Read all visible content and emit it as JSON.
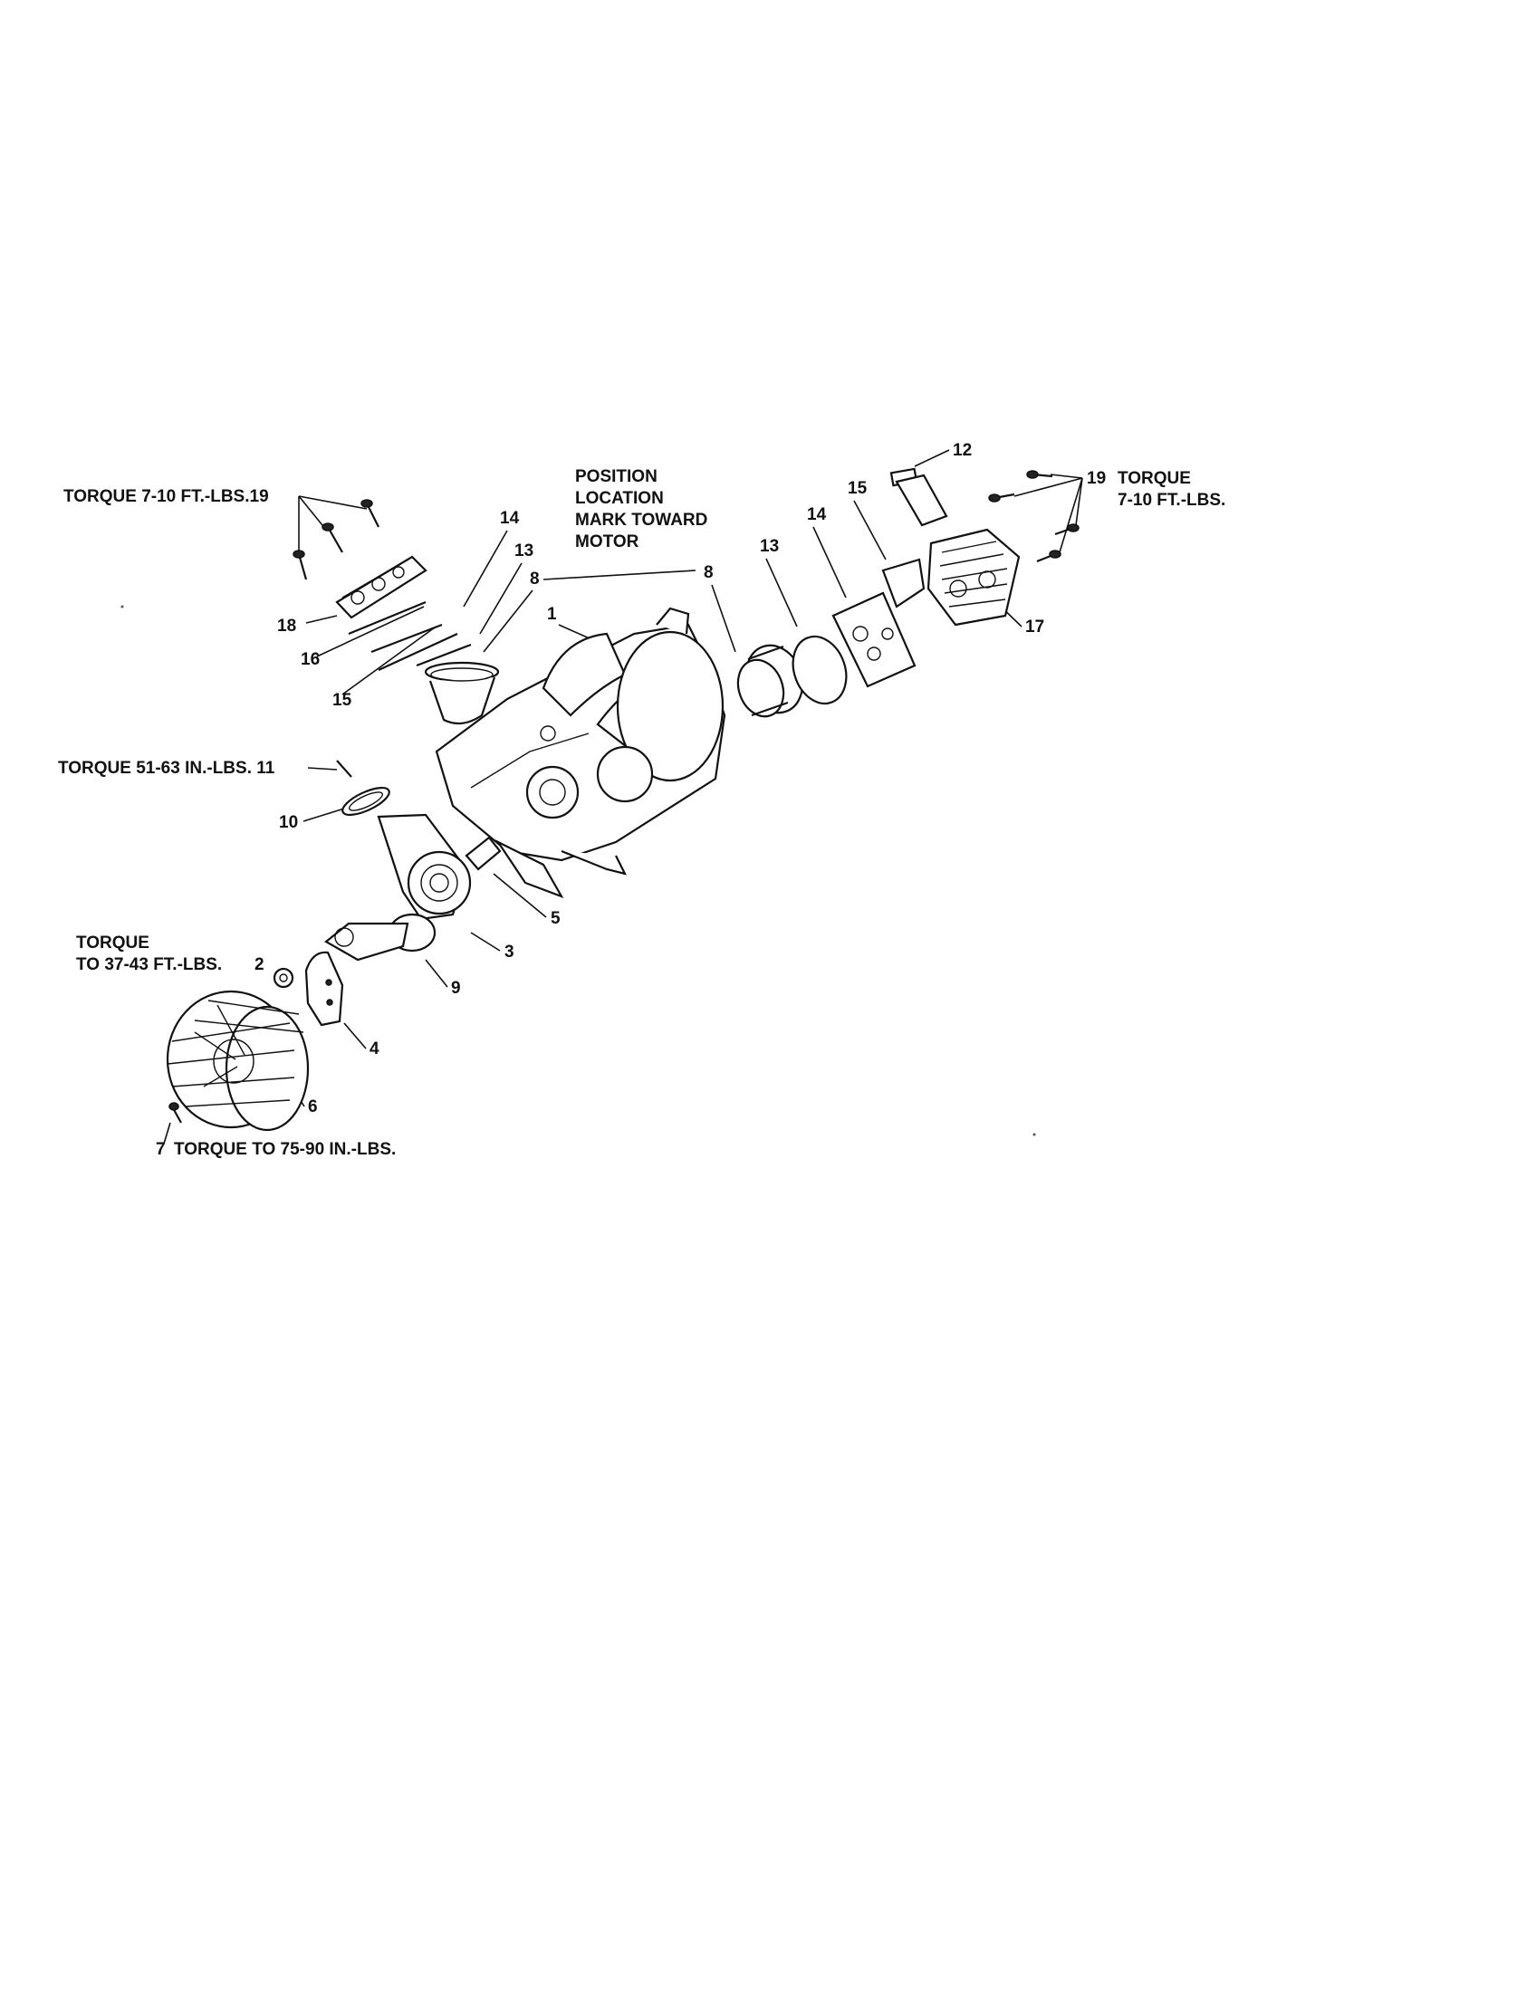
{
  "notes": {
    "torque_top_left": "TORQUE 7-10 FT.-LBS.19",
    "position_line1": "POSITION",
    "position_line2": "LOCATION",
    "position_line3": "MARK TOWARD",
    "position_line4": "MOTOR",
    "torque_right_num": "19",
    "torque_right_line1": "TORQUE",
    "torque_right_line2": "7-10 FT.-LBS.",
    "torque_11": "TORQUE 51-63 IN.-LBS. 11",
    "torque_2_line1": "TORQUE",
    "torque_2_line2": "TO 37-43 FT.-LBS.",
    "torque_2_num": "2",
    "torque_7_num": "7",
    "torque_7_text": "TORQUE TO 75-90 IN.-LBS."
  },
  "labels": {
    "l1": "1",
    "l3": "3",
    "l4": "4",
    "l5": "5",
    "l6": "6",
    "l8a": "8",
    "l8b": "8",
    "l9": "9",
    "l10": "10",
    "l12": "12",
    "l13a": "13",
    "l13b": "13",
    "l14a": "14",
    "l14b": "14",
    "l15a": "15",
    "l15b": "15",
    "l16": "16",
    "l17": "17",
    "l18": "18"
  }
}
